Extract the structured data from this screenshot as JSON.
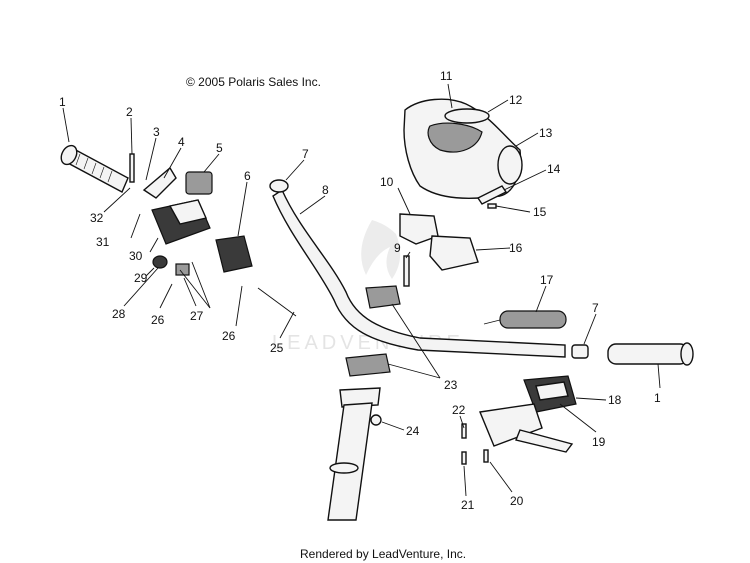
{
  "copyright": "© 2005 Polaris Sales Inc.",
  "footer": "Rendered by LeadVenture, Inc.",
  "watermark": "LEADVENTURE",
  "callouts": [
    "1",
    "2",
    "3",
    "4",
    "5",
    "6",
    "7",
    "8",
    "9",
    "10",
    "11",
    "12",
    "13",
    "14",
    "15",
    "16",
    "17",
    "7",
    "1",
    "18",
    "19",
    "20",
    "21",
    "22",
    "23",
    "24",
    "25",
    "26",
    "27",
    "26",
    "28",
    "29",
    "30",
    "31",
    "32"
  ],
  "colors": {
    "line": "#111111",
    "watermark": "#e4e4e4",
    "background": "#ffffff"
  }
}
